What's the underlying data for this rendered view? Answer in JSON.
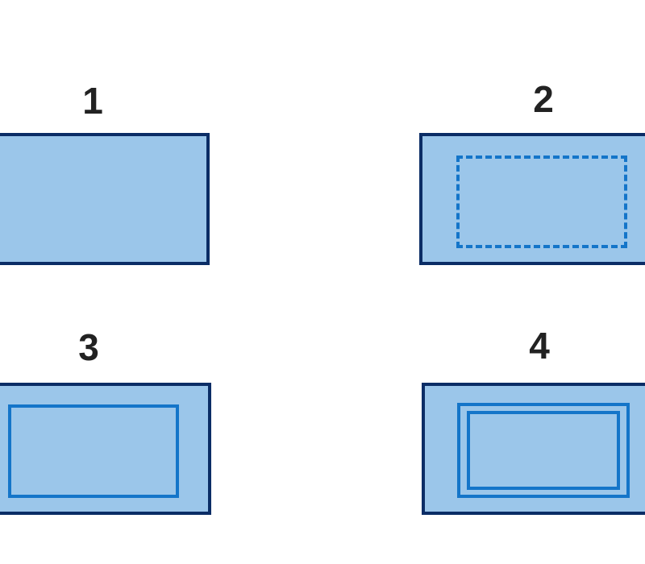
{
  "colors": {
    "background": "#ffffff",
    "box_fill": "#9bc6ea",
    "box_outline": "#0b2d66",
    "inner_outline": "#1475c9",
    "label_text": "#222222"
  },
  "panels": [
    {
      "label": "1",
      "inner_style": "none"
    },
    {
      "label": "2",
      "inner_style": "dashed"
    },
    {
      "label": "3",
      "inner_style": "single"
    },
    {
      "label": "4",
      "inner_style": "double"
    }
  ]
}
